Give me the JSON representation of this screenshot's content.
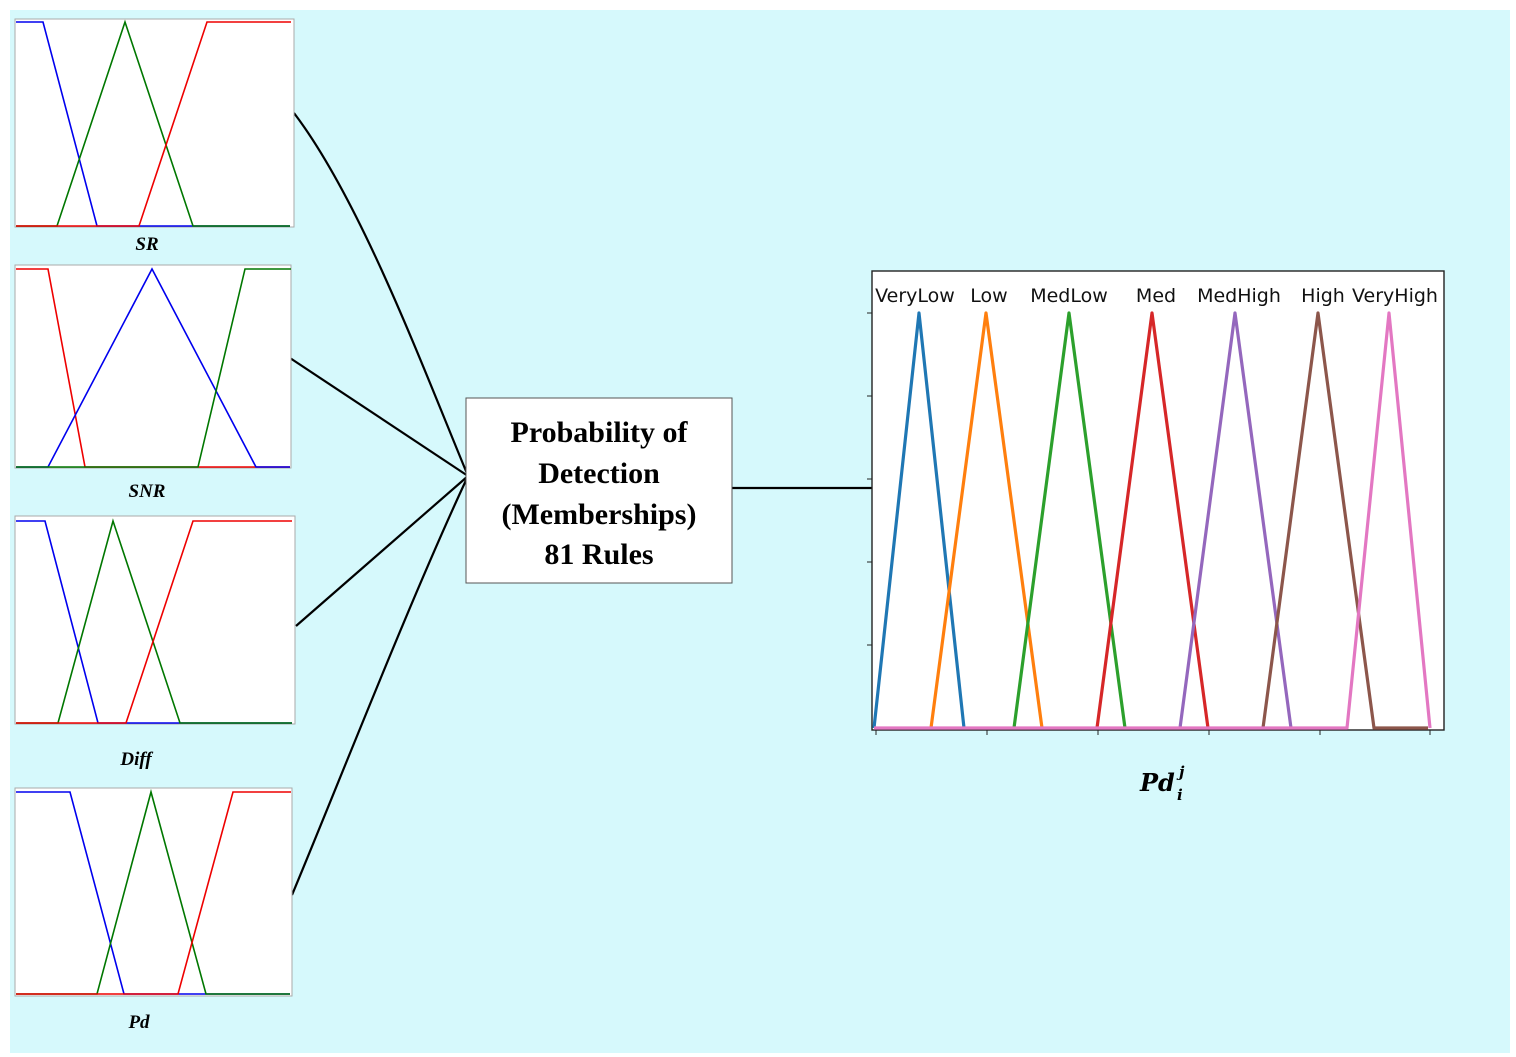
{
  "inputs": [
    {
      "label": "SR"
    },
    {
      "label": "SNR"
    },
    {
      "label": "Diff"
    },
    {
      "label": "Pd"
    }
  ],
  "center_box": {
    "lines": [
      "Probability of",
      "Detection",
      "(Memberships)",
      "81 Rules"
    ]
  },
  "output": {
    "terms": [
      "VeryLow",
      "Low",
      "MedLow",
      "Med",
      "MedHigh",
      "High",
      "VeryHigh"
    ],
    "label_main": "Pd",
    "label_sub": "i",
    "label_sup": "j",
    "colors": [
      "#1f77b4",
      "#ff7f0e",
      "#2ca02c",
      "#d62728",
      "#9467bd",
      "#8c564b",
      "#e377c2"
    ]
  },
  "input_colors": {
    "blue": "#0000ee",
    "green": "#007700",
    "red": "#ee0000"
  },
  "canvas_color": "#d6f9fc"
}
